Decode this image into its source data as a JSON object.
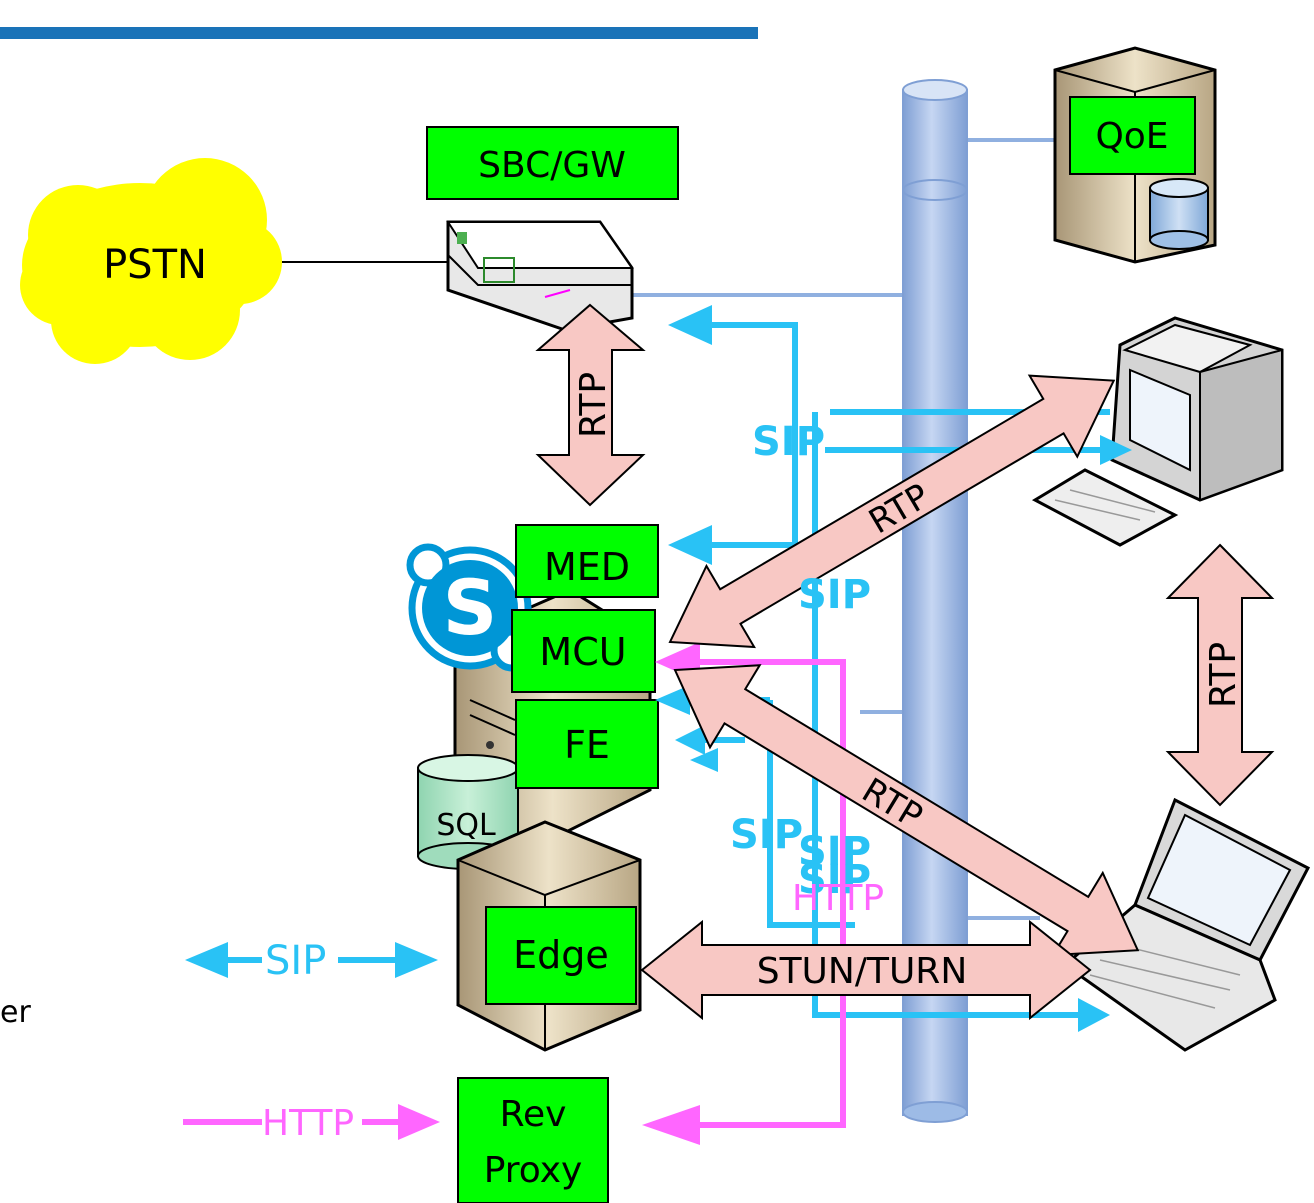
{
  "header_bar_color": "#1a73b8",
  "left_fragment": "er",
  "colors": {
    "box_fill": "#00ff00",
    "cloud_fill": "#ffff00",
    "rtp_fill": "#f8c8c4",
    "sip_color": "#29c2f5",
    "http_color": "#ff66ff",
    "pipe_color": "#9dbbe6",
    "link_color": "#90b0e0"
  },
  "nodes": {
    "pstn": "PSTN",
    "sbc_gw": "SBC/GW",
    "qoe": "QoE",
    "med": "MED",
    "mcu": "MCU",
    "fe": "FE",
    "sql": "SQL",
    "edge": "Edge",
    "rev_proxy_line1": "Rev",
    "rev_proxy_line2": "Proxy"
  },
  "flows": {
    "rtp_sbc_med": "RTP",
    "rtp_mcu_desktop": "RTP",
    "rtp_mcu_laptop": "RTP",
    "rtp_desktop_laptop": "RTP",
    "stun_turn": "STUN/TURN",
    "sip_1": "SIP",
    "sip_2": "SIP",
    "sip_3": "SIP",
    "sip_4": "SIP",
    "sip_5": "SIP",
    "http_mid": "HTTP",
    "sip_external": "SIP",
    "http_external": "HTTP"
  },
  "icons": [
    "skype-icon",
    "server-icon",
    "database-icon",
    "desktop-computer-icon",
    "laptop-icon",
    "gateway-device-icon",
    "cloud-icon"
  ]
}
